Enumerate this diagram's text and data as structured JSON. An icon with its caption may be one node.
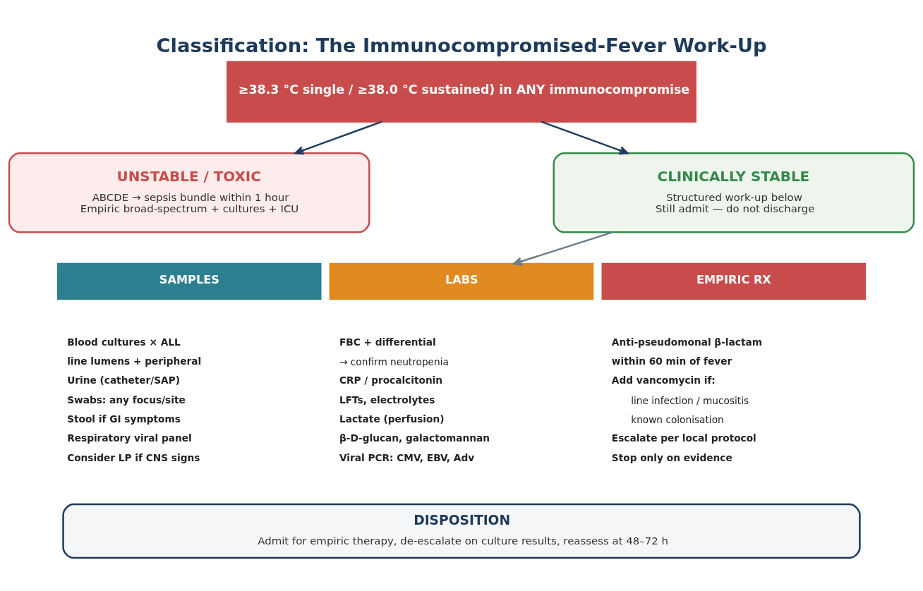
{
  "diagram": {
    "title": "Classification: The Immunocompromised-Fever Work-Up",
    "nodes": [
      {
        "text": [
          "≥38.3 °C single / ≥38.0 °C sustained) in ANY immunocompromise"
        ]
      },
      {
        "text": [
          "UNSTABLE / TOXIC",
          "ABCDE → sepsis bundle within 1 hour",
          "Empiric broad-spectrum + cultures + ICU"
        ]
      },
      {
        "text": [
          "CLINICALLY STABLE",
          "Structured work-up below",
          "Still admit — do not discharge"
        ]
      },
      {
        "text": [
          "SAMPLES"
        ],
        "beside": [
          "Blood cultures × ALL",
          "line lumens + peripheral",
          "Urine (catheter/SAP)",
          "Swabs: any focus/site",
          "Stool if GI symptoms",
          "Respiratory viral panel",
          "Consider LP if CNS signs"
        ]
      },
      {
        "text": [
          "LABS"
        ],
        "beside": [
          "FBC + differential",
          "→ confirm neutropenia",
          "CRP / procalcitonin",
          "LFTs, electrolytes",
          "Lactate (perfusion)",
          "β-D-glucan, galactomannan",
          "Viral PCR: CMV, EBV, Adv"
        ]
      },
      {
        "text": [
          "EMPIRIC RX"
        ],
        "beside": [
          "Anti-pseudomonal β-lactam",
          "within 60 min of fever",
          "Add vancomycin if:",
          "line infection / mucositis",
          "known colonisation",
          "Escalate per local protocol",
          "Stop only on evidence"
        ]
      },
      {
        "text": [
          "DISPOSITION",
          "Admit for empiric therapy, de-escalate on culture results, reassess at 48–72 h"
        ]
      }
    ],
    "edges": [
      {
        "from": 0,
        "to": 1,
        "arrow": "to"
      },
      {
        "from": 0,
        "to": 2,
        "arrow": "to"
      },
      {
        "from": 2,
        "to": 4,
        "arrow": "to",
        "color": "#6b7b8a"
      }
    ]
  }
}
